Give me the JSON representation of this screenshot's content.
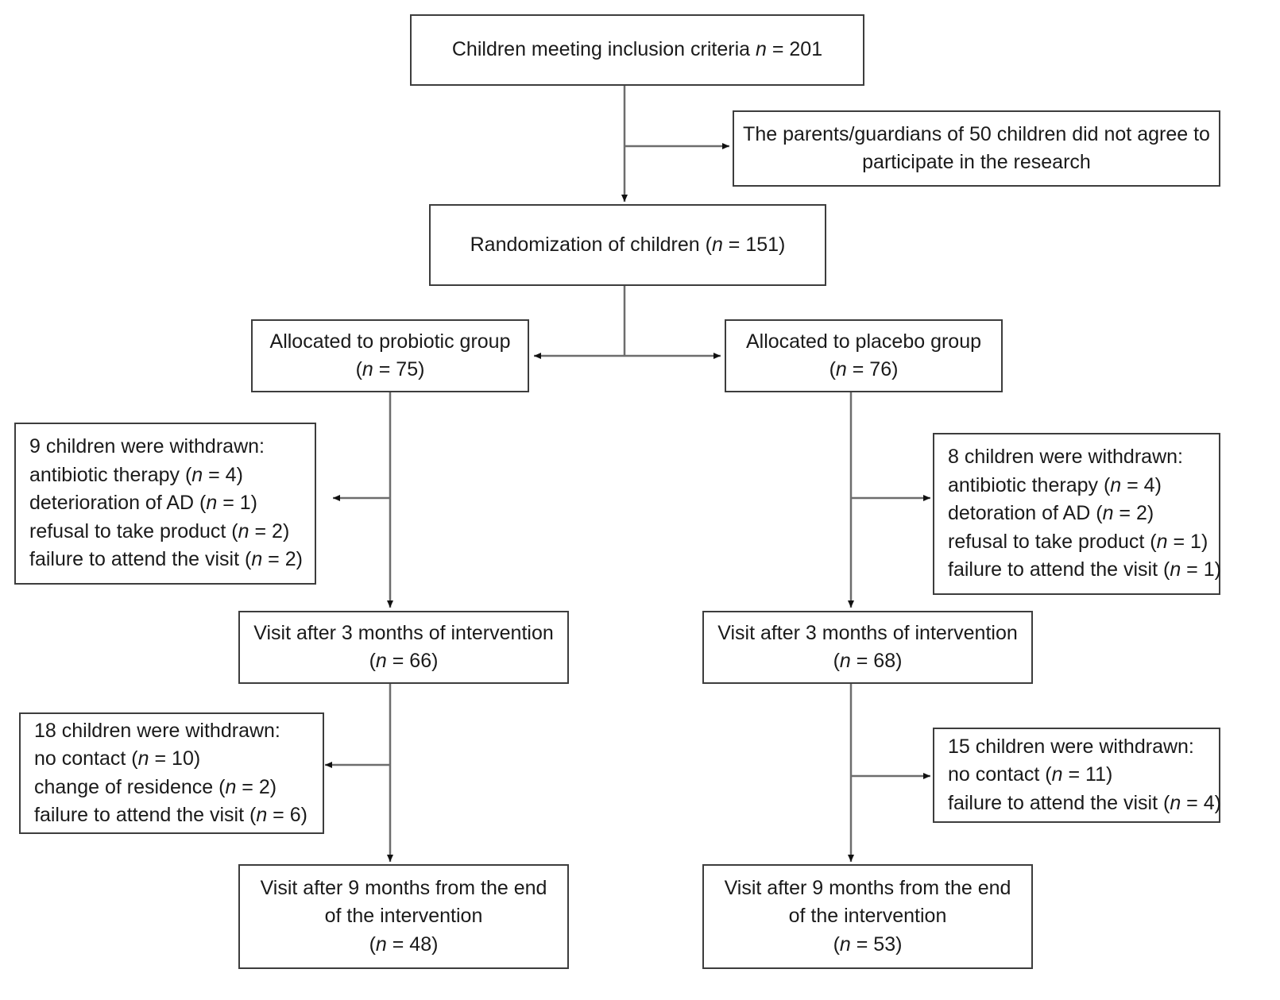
{
  "diagram": {
    "title": "CONSORT participant flow diagram",
    "type": "flowchart",
    "stroke_color": "#3d3d3d",
    "text_color": "#1a1a1a",
    "background": "#ffffff"
  },
  "nodes": {
    "inclusion": {
      "lines": [
        "Children meeting inclusion criteria  n = 201"
      ]
    },
    "not_agree": {
      "lines": [
        "The parents/guardians of 50 children did not agree to",
        "participate in the research"
      ]
    },
    "randomization": {
      "lines": [
        "Randomization of children (n = 151)"
      ]
    },
    "probiotic_group": {
      "lines": [
        "Allocated to probiotic group",
        "(n = 75)"
      ]
    },
    "placebo_group": {
      "lines": [
        "Allocated to placebo group",
        "(n = 76)"
      ]
    },
    "probiotic_withdrawn_1": {
      "lines": [
        "9 children were withdrawn:",
        "antibiotic therapy (n = 4)",
        "deterioration of AD (n = 1)",
        "refusal to take product (n = 2)",
        "failure to attend the visit (n = 2)"
      ]
    },
    "placebo_withdrawn_1": {
      "lines": [
        "8 children were withdrawn:",
        "antibiotic therapy (n = 4)",
        "detoration of AD (n = 2)",
        "refusal to take product (n = 1)",
        "failure to attend the visit (n = 1)"
      ]
    },
    "probiotic_visit_3m": {
      "lines": [
        "Visit after 3 months of intervention",
        "(n = 66)"
      ]
    },
    "placebo_visit_3m": {
      "lines": [
        "Visit after 3 months of intervention",
        "(n = 68)"
      ]
    },
    "probiotic_withdrawn_2": {
      "lines": [
        "18 children were withdrawn:",
        "no contact (n = 10)",
        "change of residence (n = 2)",
        "failure to attend the visit (n = 6)"
      ]
    },
    "placebo_withdrawn_2": {
      "lines": [
        "15 children were withdrawn:",
        "no contact (n = 11)",
        "failure to attend the visit (n = 4)"
      ]
    },
    "probiotic_visit_9m": {
      "lines": [
        "Visit after 9 months from the end",
        "of the intervention",
        "(n = 48)"
      ]
    },
    "placebo_visit_9m": {
      "lines": [
        "Visit after 9 months from the end",
        "of the intervention",
        "(n = 53)"
      ]
    }
  },
  "chart_data": {
    "type": "flowchart",
    "title": "CONSORT participant flow diagram",
    "counts": {
      "meeting_inclusion_criteria": 201,
      "parents_did_not_agree": 50,
      "randomized": 151,
      "allocated_probiotic": 75,
      "allocated_placebo": 76,
      "probiotic_withdrawn_stage1_total": 9,
      "probiotic_withdrawn_stage1": {
        "antibiotic_therapy": 4,
        "deterioration_of_AD": 1,
        "refusal_to_take_product": 2,
        "failure_to_attend_the_visit": 2
      },
      "placebo_withdrawn_stage1_total": 8,
      "placebo_withdrawn_stage1": {
        "antibiotic_therapy": 4,
        "detoration_of_AD": 2,
        "refusal_to_take_product": 1,
        "failure_to_attend_the_visit": 1
      },
      "probiotic_visit_3_months": 66,
      "placebo_visit_3_months": 68,
      "probiotic_withdrawn_stage2_total": 18,
      "probiotic_withdrawn_stage2": {
        "no_contact": 10,
        "change_of_residence": 2,
        "failure_to_attend_the_visit": 6
      },
      "placebo_withdrawn_stage2_total": 15,
      "placebo_withdrawn_stage2": {
        "no_contact": 11,
        "failure_to_attend_the_visit": 4
      },
      "probiotic_visit_9_months": 48,
      "placebo_visit_9_months": 53
    },
    "edges": [
      {
        "from": "inclusion",
        "to": "randomization"
      },
      {
        "from": "inclusion",
        "to": "not_agree"
      },
      {
        "from": "randomization",
        "to": "probiotic_group"
      },
      {
        "from": "randomization",
        "to": "placebo_group"
      },
      {
        "from": "probiotic_group",
        "to": "probiotic_withdrawn_1"
      },
      {
        "from": "probiotic_group",
        "to": "probiotic_visit_3m"
      },
      {
        "from": "placebo_group",
        "to": "placebo_withdrawn_1"
      },
      {
        "from": "placebo_group",
        "to": "placebo_visit_3m"
      },
      {
        "from": "probiotic_visit_3m",
        "to": "probiotic_withdrawn_2"
      },
      {
        "from": "probiotic_visit_3m",
        "to": "probiotic_visit_9m"
      },
      {
        "from": "placebo_visit_3m",
        "to": "placebo_withdrawn_2"
      },
      {
        "from": "placebo_visit_3m",
        "to": "placebo_visit_9m"
      }
    ]
  }
}
